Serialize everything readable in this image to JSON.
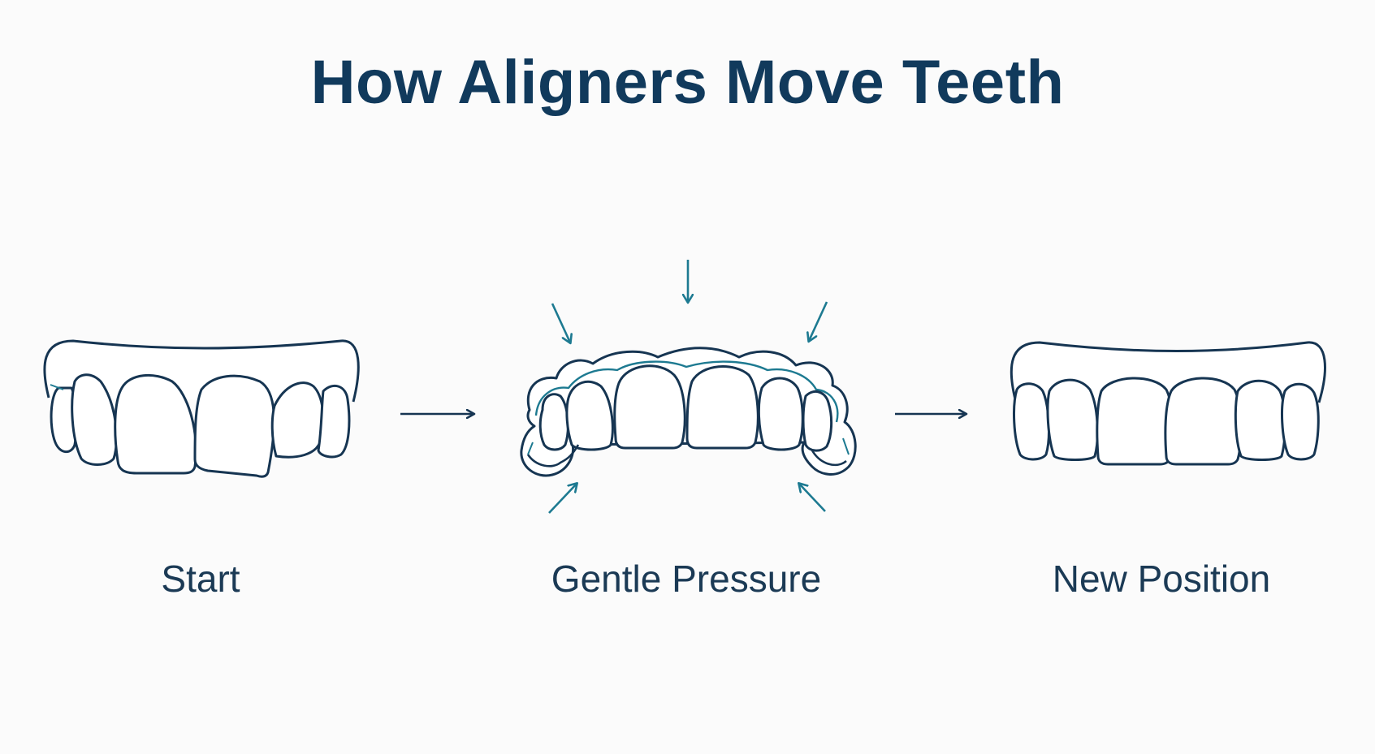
{
  "title": "How Aligners Move Teeth",
  "stages": [
    {
      "label": "Start",
      "icon": "misaligned-teeth-icon"
    },
    {
      "label": "Gentle Pressure",
      "icon": "aligner-pressure-icon"
    },
    {
      "label": "New Position",
      "icon": "aligned-teeth-icon"
    }
  ],
  "colors": {
    "title": "#113a5c",
    "outline": "#163552",
    "accent": "#1d7a91",
    "background": "#fbfbfb"
  }
}
